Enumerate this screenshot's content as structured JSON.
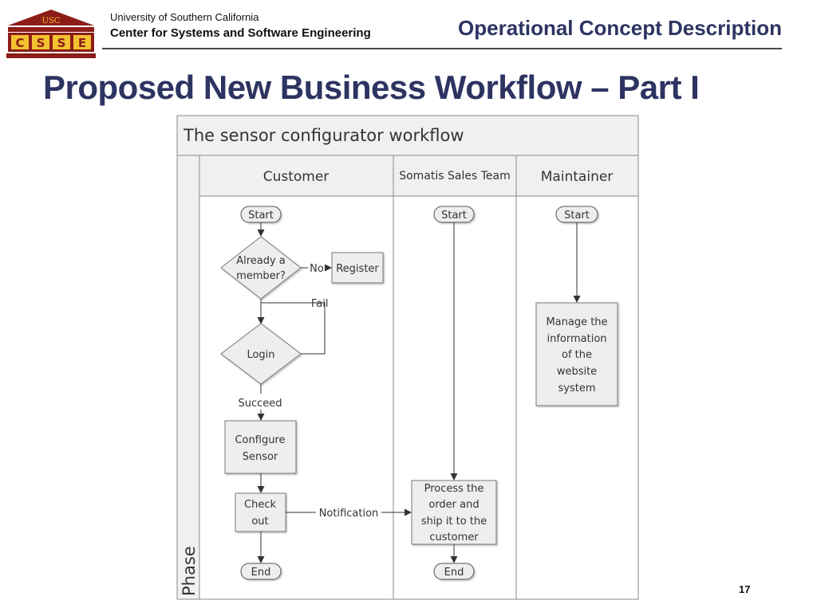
{
  "header": {
    "logo_top": "USC",
    "logo_letters": [
      "C",
      "S",
      "S",
      "E"
    ],
    "university": "University of Southern California",
    "center": "Center for Systems and Software Engineering",
    "section": "Operational Concept Description"
  },
  "slide": {
    "title": "Proposed New Business Workflow – Part I",
    "page_number": "17"
  },
  "diagram": {
    "title": "The sensor configurator workflow",
    "phase_label": "Phase",
    "lanes": {
      "customer": "Customer",
      "sales": "Somatis Sales Team",
      "maintainer": "Maintainer"
    },
    "customer": {
      "start": "Start",
      "member_q": [
        "Already a",
        "member?"
      ],
      "no": "No",
      "register": "Register",
      "fail": "Fail",
      "login": "Login",
      "succeed": "Succeed",
      "configure": [
        "Configure",
        "Sensor"
      ],
      "checkout": [
        "Check",
        "out"
      ],
      "notification": "Notification",
      "end": "End"
    },
    "sales": {
      "start": "Start",
      "process": [
        "Process the",
        "order and",
        "ship it to the",
        "customer"
      ],
      "end": "End"
    },
    "maintainer": {
      "start": "Start",
      "manage": [
        "Manage the",
        "information",
        "of the",
        "website",
        "system"
      ]
    }
  },
  "colors": {
    "brand_navy": "#2d3462",
    "logo_maroon": "#8c1d18",
    "logo_gold": "#f2c230",
    "lane_header_bg": "#f0f0f0",
    "shape_fill": "#eeeeee",
    "stroke": "#8a8a8a"
  }
}
